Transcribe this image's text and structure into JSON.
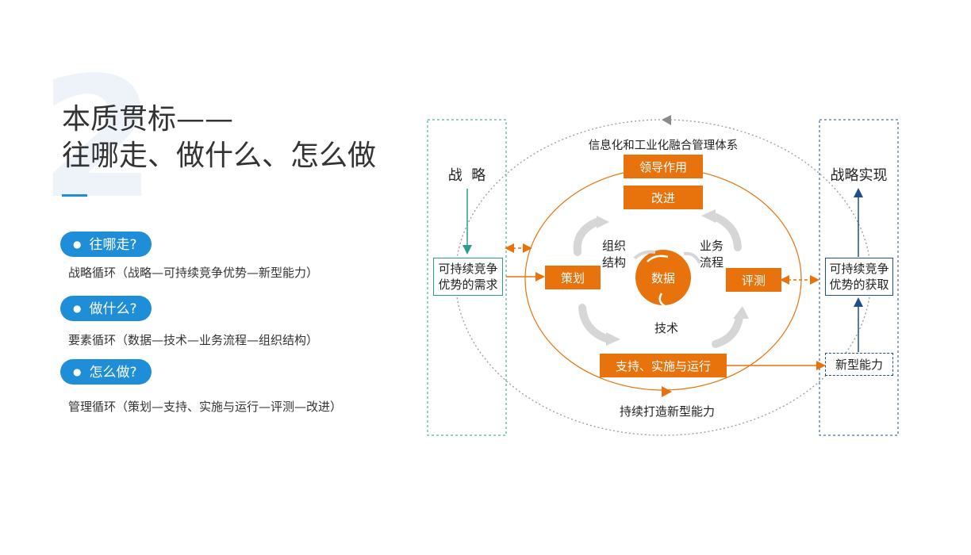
{
  "background_numeral": "2",
  "title": {
    "line1": "本质贯标——",
    "line2": "往哪走、做什么、怎么做"
  },
  "sections": [
    {
      "pill": "往哪走?",
      "desc": "战略循环（战略—可持续竞争优势—新型能力）"
    },
    {
      "pill": "做什么?",
      "desc": "要素循环（数据—技术—业务流程—组织结构）"
    },
    {
      "pill": "怎么做?",
      "desc": "管理循环（策划—支持、实施与运行—评测—改进）"
    }
  ],
  "diagram": {
    "outer_label": "信息化和工业化融合管理体系",
    "bottom_label": "持续打造新型能力",
    "lead": "领导作用",
    "improve": "改进",
    "plan": "策划",
    "evaluate": "评测",
    "support": "支持、实施与运行",
    "data": "数据",
    "org": [
      "组织",
      "结构"
    ],
    "process": [
      "业务",
      "流程"
    ],
    "tech": "技术",
    "left_panel": {
      "title": "战  略",
      "box": [
        "可持续竞争",
        "优势的需求"
      ]
    },
    "right_panel": {
      "title": "战略实现",
      "box": [
        "可持续竞争",
        "优势的获取"
      ],
      "new_cap": "新型能力"
    }
  },
  "colors": {
    "accent_blue": "#1f8ed8",
    "orange": "#e8720c",
    "teal": "#2a9d8f",
    "navy": "#1f4e8c",
    "text": "#333333"
  }
}
